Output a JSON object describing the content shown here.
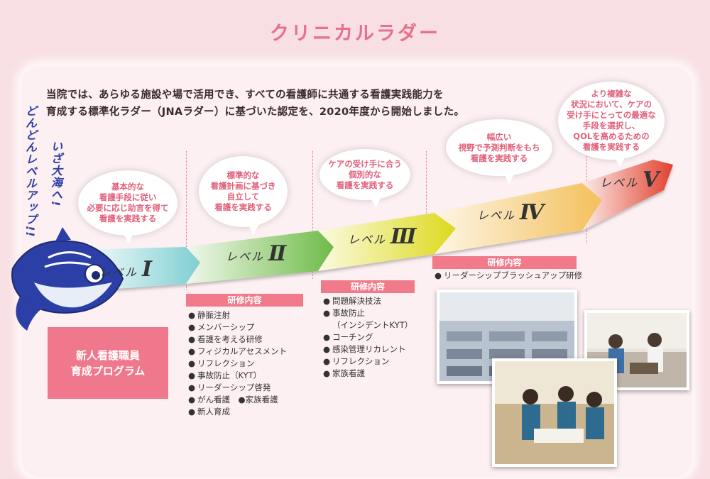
{
  "title": "クリニカルラダー",
  "intro": [
    "当院では、あらゆる施設や場で活用でき、すべての看護師に共通する看護実践能力を",
    "育成する標準化ラダー（JNAラダー）に基づいた認定を、2020年度から開始しました。"
  ],
  "slogan": {
    "line1": "どんどんレベルアップ!!",
    "line2": "いざ大海へ!"
  },
  "level_word": "レベル",
  "levels": [
    {
      "numeral": "Ⅰ",
      "bubble": [
        "基本的な",
        "看護手段に従い",
        "必要に応じ助言を得て",
        "看護を実践する"
      ]
    },
    {
      "numeral": "Ⅱ",
      "bubble": [
        "標準的な",
        "看護計画に基づき",
        "自立して",
        "看護を実践する"
      ]
    },
    {
      "numeral": "Ⅲ",
      "bubble": [
        "ケアの受け手に合う",
        "個別的な",
        "看護を実践する"
      ]
    },
    {
      "numeral": "Ⅳ",
      "bubble": [
        "幅広い",
        "視野で予測判断をもち",
        "看護を実践する"
      ]
    },
    {
      "numeral": "Ⅴ",
      "bubble": [
        "より複雑な",
        "状況において、ケアの",
        "受け手にとっての最適な",
        "手段を選択し、",
        "QOLを高めるための",
        "看護を実践する"
      ]
    }
  ],
  "training_label": "研修内容",
  "training": {
    "level2": [
      "静脈注射",
      "メンバーシップ",
      "看護を考える研修",
      "フィジカルアセスメント",
      "リフレクション",
      "事故防止（KYT）",
      "リーダーシップ啓発",
      "がん看護　●家族看護",
      "新人育成"
    ],
    "level3": [
      "問題解決技法",
      "事故防止",
      "（インシデントKYT）",
      "コーチング",
      "感染管理リカレント",
      "リフレクション",
      "家族看護"
    ],
    "level4": [
      "リーダーシップブラッシュアップ研修"
    ]
  },
  "new_staff": [
    "新人看護職員",
    "育成プログラム"
  ],
  "colors": {
    "background": "#f8dfe3",
    "panel": "#fdf0f2",
    "accent": "#e8708c",
    "label_box": "#f07a8a",
    "level1": "#8fd3d6",
    "level2": "#7cc35a",
    "level3": "#e3e12a",
    "level4": "#f7c86a",
    "level5": "#e8473d",
    "slogan": "#2b3fa6"
  },
  "icons": [
    "tuna-mascot",
    "classroom-photo",
    "training-photo",
    "nursing-practice-photo"
  ]
}
